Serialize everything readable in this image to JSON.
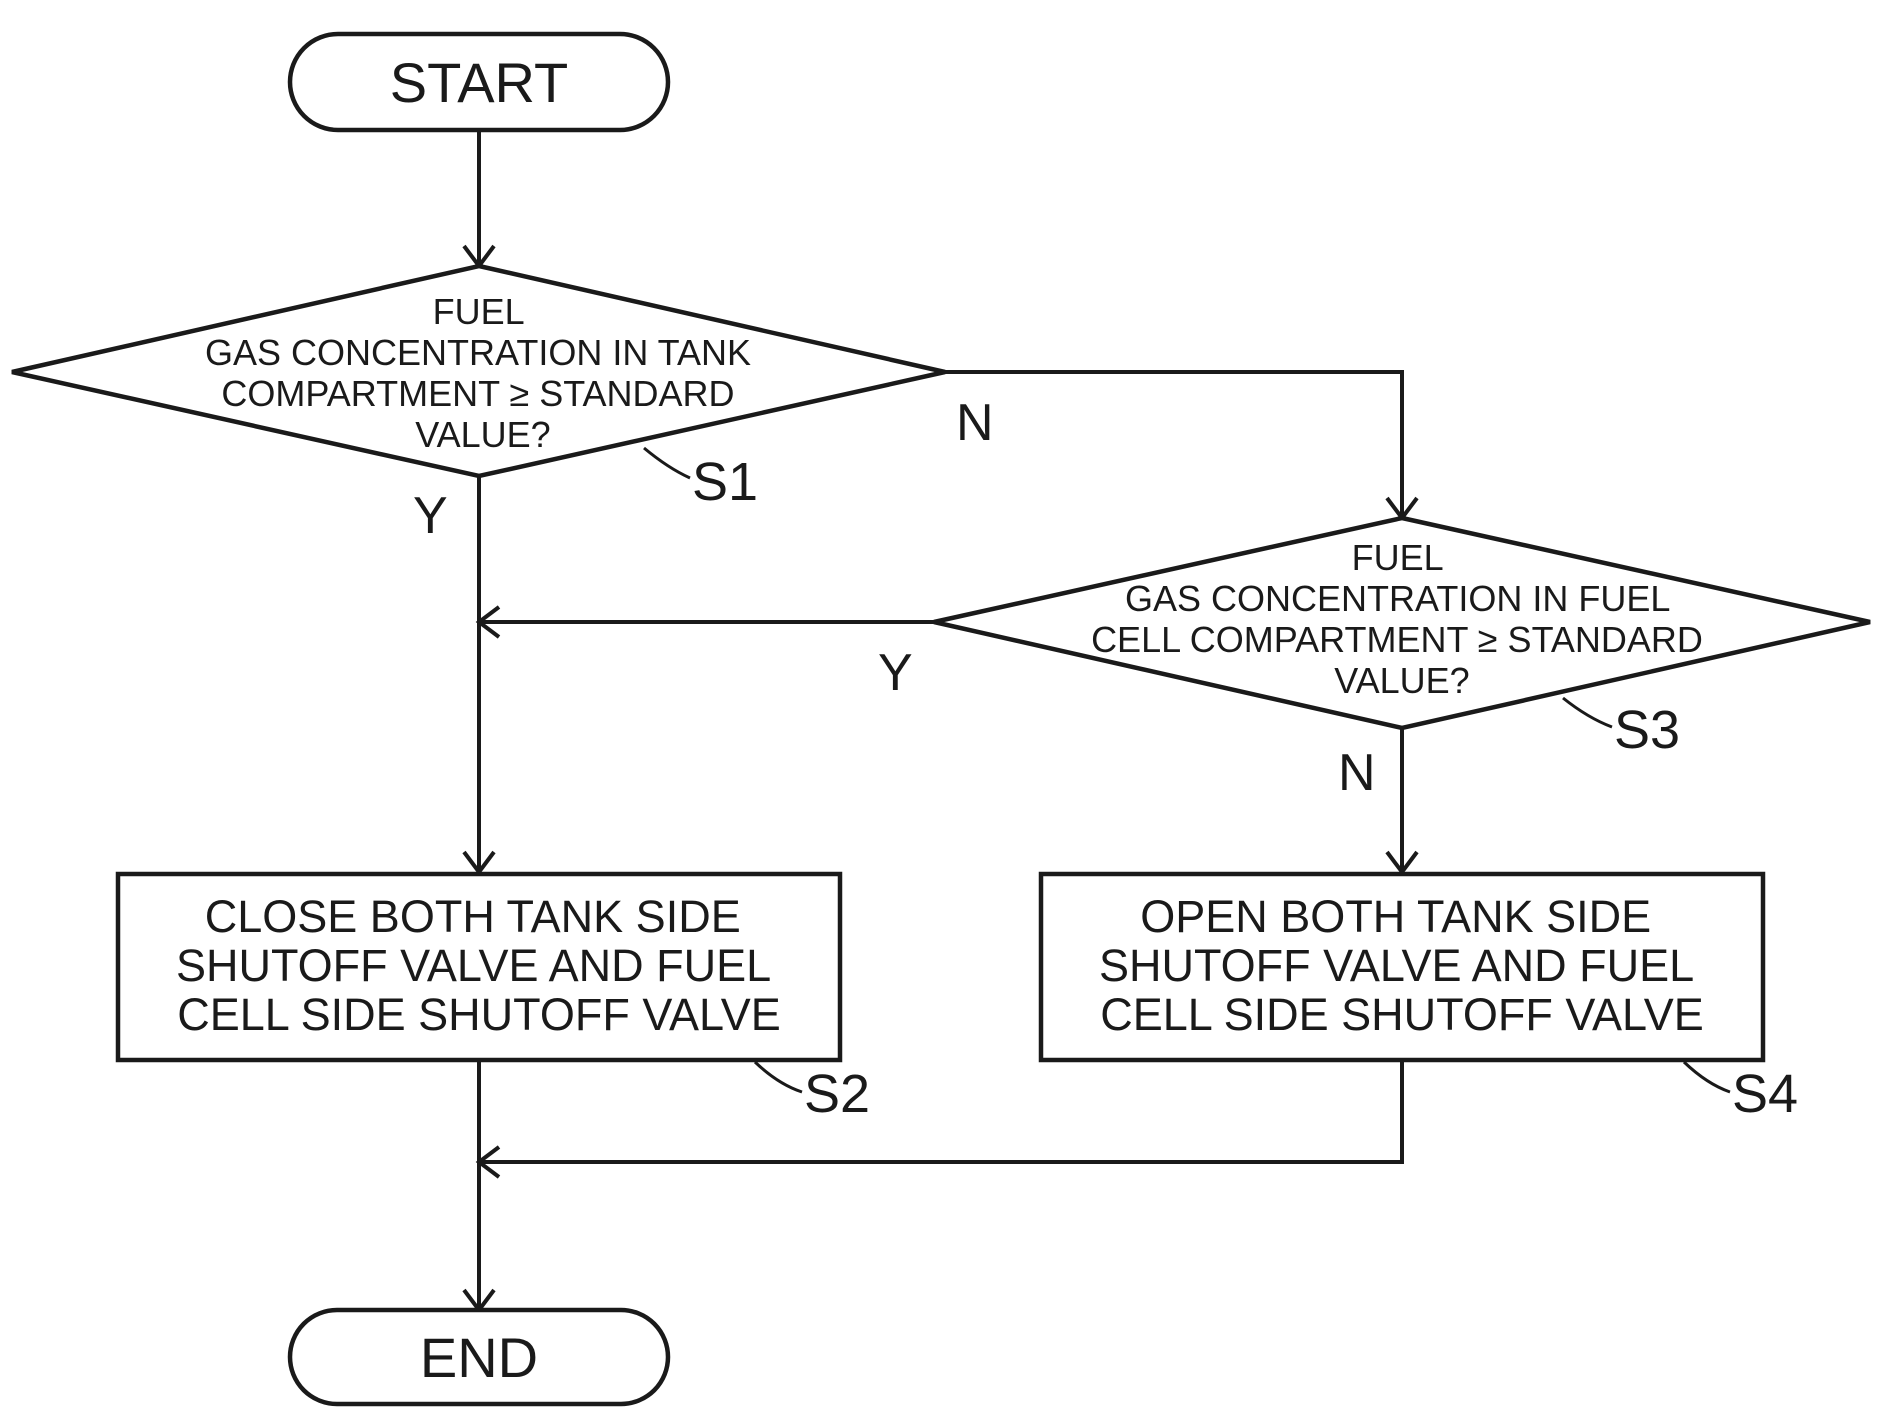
{
  "flowchart": {
    "start": {
      "label": "START"
    },
    "end": {
      "label": "END"
    },
    "s1": {
      "step": "S1",
      "lines": [
        "FUEL",
        "GAS CONCENTRATION IN TANK",
        "COMPARTMENT ≥ STANDARD",
        "VALUE?"
      ],
      "yes_label": "Y",
      "no_label": "N"
    },
    "s2": {
      "step": "S2",
      "lines": [
        "CLOSE BOTH TANK SIDE",
        "SHUTOFF VALVE AND FUEL",
        "CELL SIDE SHUTOFF VALVE"
      ]
    },
    "s3": {
      "step": "S3",
      "lines": [
        "FUEL",
        "GAS CONCENTRATION IN FUEL",
        "CELL COMPARTMENT ≥ STANDARD",
        "VALUE?"
      ],
      "yes_label": "Y",
      "no_label": "N"
    },
    "s4": {
      "step": "S4",
      "lines": [
        "OPEN BOTH TANK SIDE",
        "SHUTOFF VALVE AND FUEL",
        "CELL SIDE SHUTOFF VALVE"
      ]
    }
  }
}
